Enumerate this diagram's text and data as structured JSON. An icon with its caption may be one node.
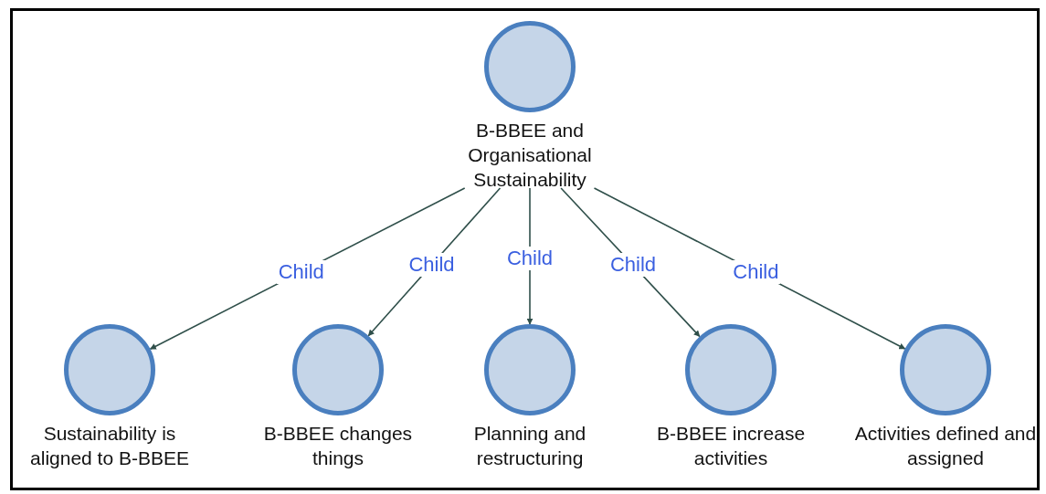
{
  "diagram": {
    "nodes": [
      {
        "text": [
          "B-BBEE and Organisational Sustainability"
        ]
      },
      {
        "text": [
          "Sustainability is aligned to B-BBEE"
        ]
      },
      {
        "text": [
          "B-BBEE changes things"
        ]
      },
      {
        "text": [
          "Planning and restructuring"
        ]
      },
      {
        "text": [
          "B-BBEE increase activities"
        ]
      },
      {
        "text": [
          "Activities defined and assigned"
        ]
      }
    ],
    "edges": [
      {
        "from": 0,
        "to": 1,
        "arrow": "to",
        "label": "Child"
      },
      {
        "from": 0,
        "to": 2,
        "arrow": "to",
        "label": "Child"
      },
      {
        "from": 0,
        "to": 3,
        "arrow": "to",
        "label": "Child"
      },
      {
        "from": 0,
        "to": 4,
        "arrow": "to",
        "label": "Child"
      },
      {
        "from": 0,
        "to": 5,
        "arrow": "to",
        "label": "Child"
      }
    ]
  }
}
